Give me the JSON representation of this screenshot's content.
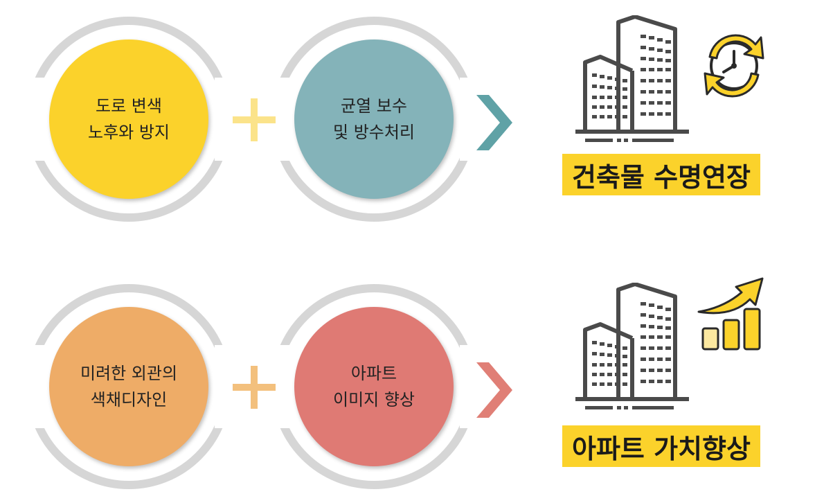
{
  "rows": [
    {
      "circle_a": {
        "lines": [
          "도로 변색",
          "노후와 방지"
        ],
        "color": "#fbd22b"
      },
      "circle_b": {
        "lines": [
          "균열 보수",
          "및 방수처리"
        ],
        "color": "#84b3b9"
      },
      "plus_color": "#fbe38a",
      "arrow_color": "#5fa2a6",
      "result_label": "건축물 수명연장",
      "result_icon": "clock-refresh-icon"
    },
    {
      "circle_a": {
        "lines": [
          "미려한 외관의",
          "색채디자인"
        ],
        "color": "#eeac67"
      },
      "circle_b": {
        "lines": [
          "아파트",
          "이미지 향상"
        ],
        "color": "#df7a74"
      },
      "plus_color": "#f3c07d",
      "arrow_color": "#e07f76",
      "result_label": "아파트 가치향상",
      "result_icon": "growth-chart-icon"
    }
  ],
  "colors": {
    "ring": "#d6d6d6",
    "label_bg": "#fbd22b",
    "icon_dark": "#4a4a4a",
    "accent_yellow": "#fbd22b"
  }
}
